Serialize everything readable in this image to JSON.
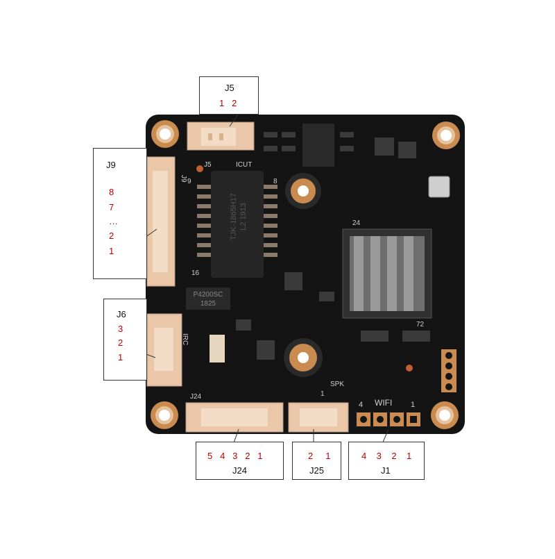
{
  "colors": {
    "board": "#141414",
    "header_plastic": "#e9c7a8",
    "gold": "#c98b4f",
    "pin_label": "#c00000",
    "line": "#333333"
  },
  "silkscreen": {
    "j5": "J5",
    "icut": "ICUT",
    "j9": "J9",
    "irc": "IRC",
    "j24": "J24",
    "spk": "SPK",
    "wifi": "WIFI",
    "wifi_pin_4": "4",
    "wifi_pin_1": "1",
    "chip_transformer_1": "TJK-1865H17",
    "chip_transformer_2": "L2 1913",
    "chip_reg_1": "P4200SC",
    "chip_reg_2": "1825",
    "num_9": "9",
    "num_16": "16",
    "num_24": "24",
    "num_72": "72",
    "num_8": "8",
    "num_1": "1"
  },
  "callouts": {
    "j5": {
      "title": "J5",
      "pins": "1   2"
    },
    "j9": {
      "title": "J9",
      "pins": [
        "8",
        "7",
        "…",
        "2",
        "1"
      ]
    },
    "j6": {
      "title": "J6",
      "pins": [
        "3",
        "2",
        "1"
      ]
    },
    "j24": {
      "title": "J24",
      "pins": "5   4   3   2   1"
    },
    "j25": {
      "title": "J25",
      "pins": "2     1"
    },
    "j1": {
      "title": "J1",
      "pins": "4    3    2    1"
    }
  }
}
